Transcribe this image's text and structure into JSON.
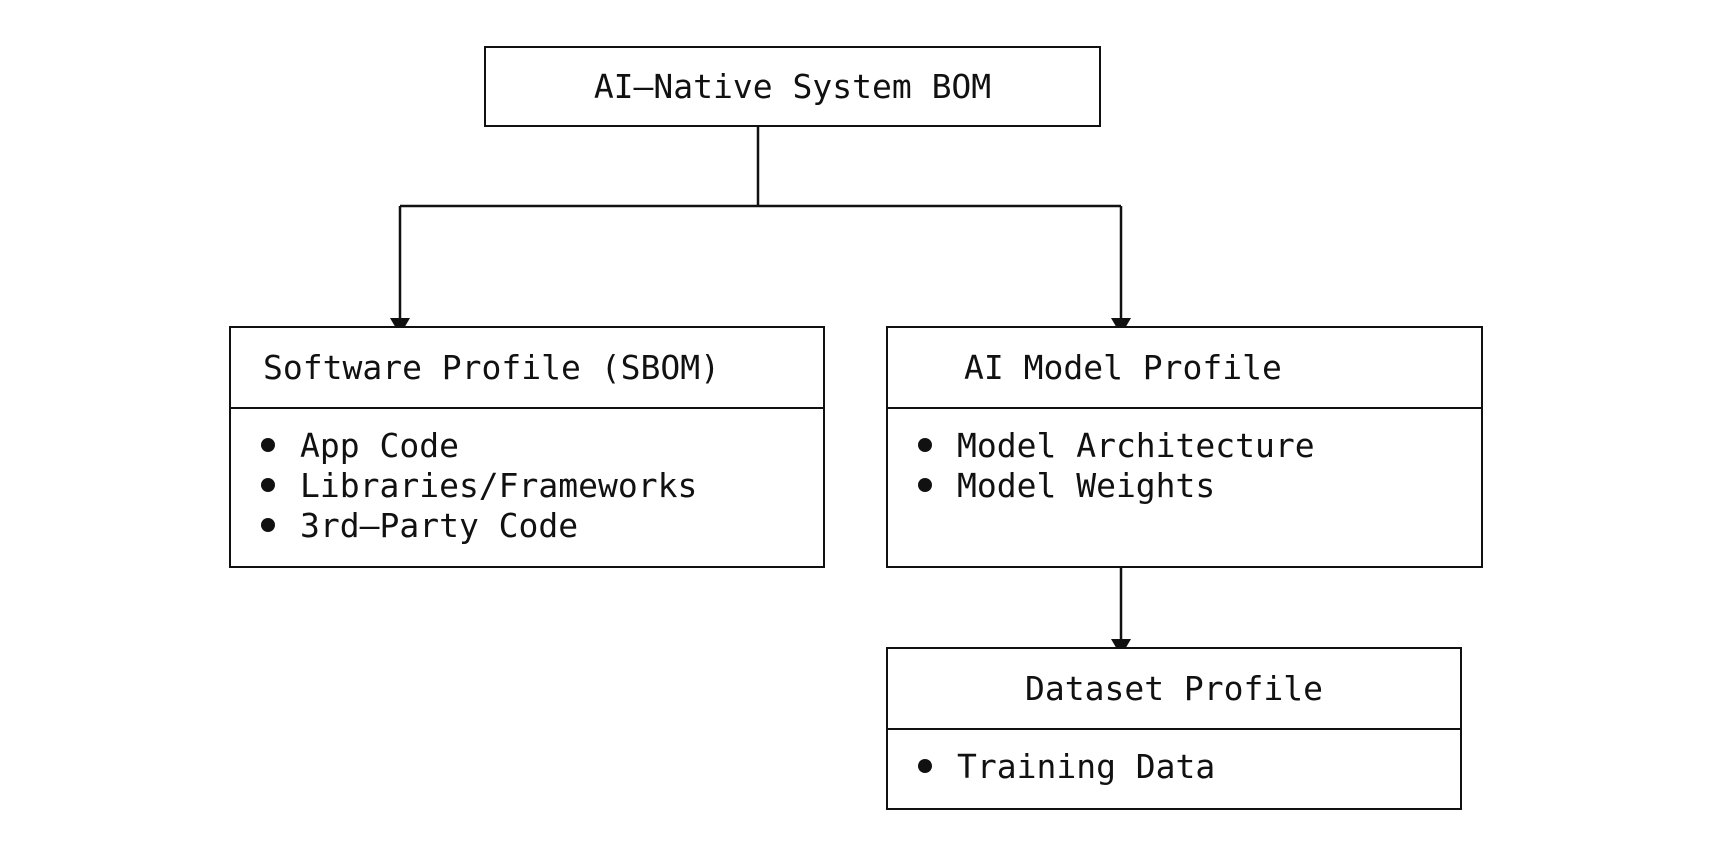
{
  "root": {
    "title": "AI–Native System BOM"
  },
  "software_profile": {
    "title": "Software Profile (SBOM)",
    "items": [
      "App Code",
      "Libraries/Frameworks",
      "3rd–Party Code"
    ]
  },
  "ai_model_profile": {
    "title": "AI Model Profile",
    "items": [
      "Model Architecture",
      "Model Weights"
    ]
  },
  "dataset_profile": {
    "title": "Dataset Profile",
    "items": [
      "Training Data"
    ]
  },
  "colors": {
    "line": "#111111",
    "background": "#ffffff"
  }
}
